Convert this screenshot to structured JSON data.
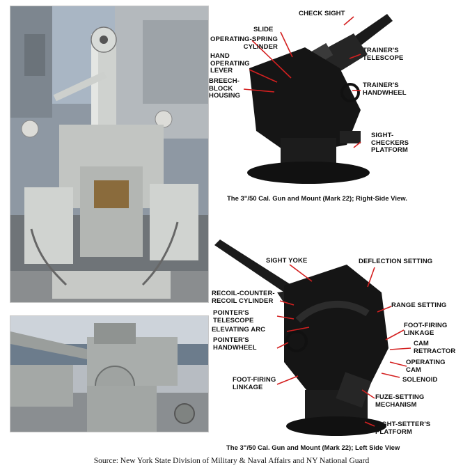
{
  "right_view": {
    "labels": {
      "check_sight": "CHECK SIGHT",
      "slide": "SLIDE",
      "operating_spring_cylinder": "OPERATING-SPRING\nCYLINDER",
      "hand_operating_lever": "HAND\nOPERATING\nLEVER",
      "breech_block_housing": "BREECH-\nBLOCK\nHOUSING",
      "trainers_telescope": "TRAINER'S\nTELESCOPE",
      "trainers_handwheel": "TRAINER'S\nHANDWHEEL",
      "sight_checkers_platform": "SIGHT-\nCHECKERS\nPLATFORM"
    },
    "caption": "The 3\"/50 Cal. Gun and Mount (Mark 22); Right-Side View."
  },
  "left_view": {
    "labels": {
      "sight_yoke": "SIGHT YOKE",
      "deflection_setting": "DEFLECTION SETTING",
      "recoil_counter_cylinder": "RECOIL-COUNTER-\nRECOIL CYLINDER",
      "range_setting": "RANGE SETTING",
      "pointers_telescope": "POINTER'S\nTELESCOPE",
      "elevating_arc": "ELEVATING ARC",
      "foot_firing_linkage_right": "FOOT-FIRING\nLINKAGE",
      "pointers_handwheel": "POINTER'S\nHANDWHEEL",
      "cam_retractor": "CAM\nRETRACTOR",
      "operating_cam": "OPERATING\nCAM",
      "foot_firing_linkage_left": "FOOT-FIRING\nLINKAGE",
      "solenoid": "SOLENOID",
      "fuze_setting_mechanism": "FUZE-SETTING\nMECHANISM",
      "sight_setters_platform": "SIGHT-SETTER'S\nPLATFORM"
    },
    "caption": "The 3\"/50 Cal. Gun and Mount (Mark 22); Left Side View"
  },
  "source": "Source:  New York State Division of Military & Naval Affairs and NY National Guard",
  "colors": {
    "label_text": "#111111",
    "leader_lines": "#d42020",
    "silhouette": "#151515",
    "photo_sky": "#9fb0c4",
    "photo_gun": "#c9ccc8"
  }
}
